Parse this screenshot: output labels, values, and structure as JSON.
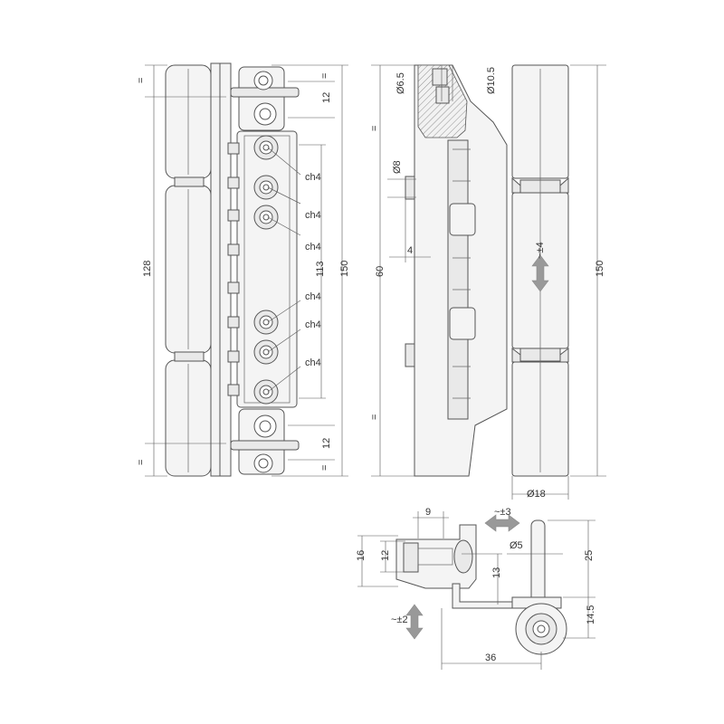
{
  "dimensions": {
    "front_equal_top": "=",
    "front_equal_bottom": "=",
    "front_height_left": "128",
    "front_screw_pitch": "113",
    "front_height_right": "150",
    "front_top_offset": "12",
    "front_bottom_offset": "12",
    "front_right_equal_top": "=",
    "front_right_equal_bottom": "=",
    "side_dia_small": "Ø6.5",
    "side_dia_large": "Ø10.5",
    "side_equal_top": "=",
    "side_equal_bottom": "=",
    "side_pin_dia": "Ø8",
    "side_pin_length": "4",
    "side_height": "60",
    "right_height": "150",
    "right_dia": "Ø18",
    "bottom_width_9": "9",
    "bottom_h16": "16",
    "bottom_h12": "12",
    "bottom_dia5": "Ø5",
    "bottom_h13": "13",
    "bottom_h25": "25",
    "bottom_h14_5": "14.5",
    "bottom_width_36": "36"
  },
  "screw_labels": [
    "ch4",
    "ch4",
    "ch4",
    "ch4",
    "ch4",
    "ch4"
  ],
  "adjustments": {
    "vertical_right": "~±4",
    "lateral_top": "~±3",
    "vertical_bottom": "~±2"
  }
}
